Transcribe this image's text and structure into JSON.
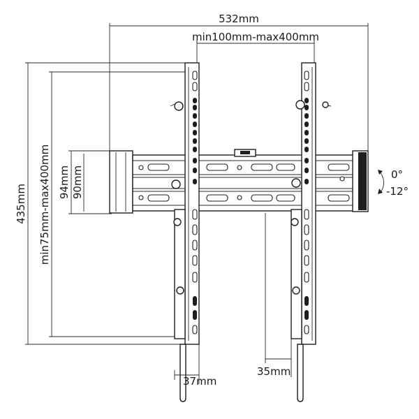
{
  "diagram": {
    "overall_width": "532mm",
    "vesa_horizontal": "min100mm-max400mm",
    "overall_height": "435mm",
    "vesa_vertical": "min75mm-max400mm",
    "plate_height_outer": "94mm",
    "plate_height_inner": "90mm",
    "tilt_upper": "0°",
    "tilt_lower": "-12°",
    "profile_depth_left": "37mm",
    "profile_depth_right": "35mm"
  }
}
